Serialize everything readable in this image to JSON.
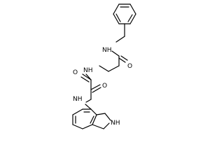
{
  "molecule": {
    "atom_labels": {
      "nh_benzyl": "NH",
      "o_amide": "O",
      "nh_glycine": "NH",
      "o_oxalyl_left": "O",
      "o_oxalyl_right": "O",
      "nh_aryl": "NH",
      "nh_ring": "NH"
    },
    "colors": {
      "bond": "#000000",
      "label": "#000000",
      "background": "#ffffff"
    }
  }
}
